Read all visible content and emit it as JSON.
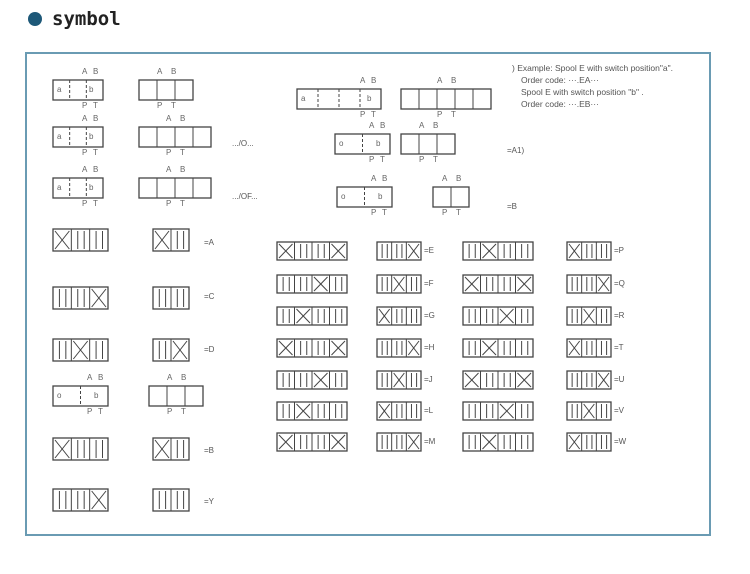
{
  "heading": "symbol",
  "colors": {
    "dot": "#1d5878",
    "frame": "#6a9bb3"
  },
  "note": {
    "line1": ") Example: Spool E with switch position\"a\".",
    "line2": "Order code: ···.EA···",
    "line3": "Spool E with switch position  \"b\" .",
    "line4": "Order code: ···.EB···"
  },
  "top_labels": {
    "o": ".../O...",
    "of": ".../OF...",
    "a1": "=A1)",
    "b": "=B"
  },
  "ports": {
    "a": "A",
    "b": "B",
    "p": "P",
    "t": "T",
    "pos_a": "a",
    "pos_b": "b",
    "pos_o": "o"
  },
  "left_labels": [
    "=A",
    "=C",
    "=D",
    "=B",
    "=Y"
  ],
  "mid_labels": [
    "=E",
    "=F",
    "=G",
    "=H",
    "=J",
    "=L",
    "=M"
  ],
  "right_labels": [
    "=P",
    "=Q",
    "=R",
    "=T",
    "=U",
    "=V",
    "=W"
  ]
}
